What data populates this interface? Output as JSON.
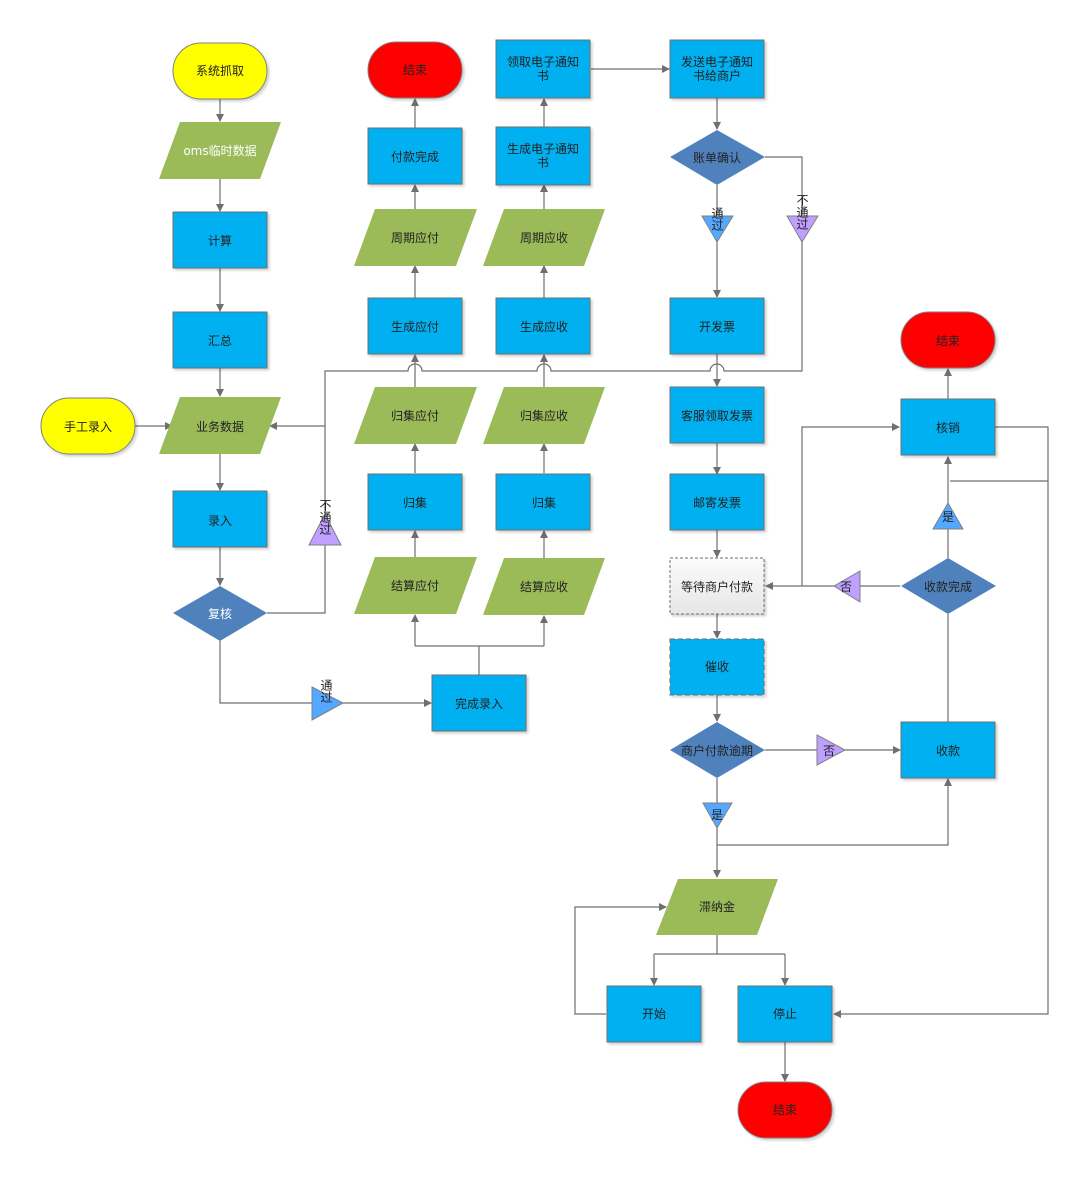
{
  "title": "账单与收款业务流程图",
  "colors": {
    "terminator_start": "#ffff00",
    "terminator_end": "#ff0000",
    "process": "#00b0f0",
    "data": "#9bbb59",
    "decision": "#4f81bd",
    "label_pass": "#55a8ff",
    "label_fail": "#bf9fff",
    "waiting": "#f4f4f4",
    "connector": "#6f6f6f"
  },
  "nodes": {
    "sys_fetch": "系统抓取",
    "oms_temp": "oms临时数据",
    "calc": "计算",
    "summary": "汇总",
    "manual_input": "手工录入",
    "biz_data": "业务数据",
    "entry": "录入",
    "review": "复核",
    "review_fail": "不通过",
    "review_pass": "通过",
    "complete_entry": "完成录入",
    "settle_pay": "结算应付",
    "settle_recv": "结算应收",
    "collect_pay_proc": "归集",
    "collect_recv_proc": "归集",
    "collect_pay": "归集应付",
    "collect_recv": "归集应收",
    "gen_pay": "生成应付",
    "gen_recv": "生成应收",
    "period_pay": "周期应付",
    "period_recv": "周期应收",
    "pay_done": "付款完成",
    "end_top": "结束",
    "gen_notice": "生成电子通知书",
    "get_notice": "领取电子通知书",
    "send_notice": "发送电子通知书给商户",
    "bill_confirm": "账单确认",
    "bill_pass": "通过",
    "bill_fail": "不通过",
    "invoice": "开发票",
    "cs_invoice": "客服领取发票",
    "mail_invoice": "邮寄发票",
    "wait_payment": "等待商户付款",
    "urge": "催收",
    "overdue": "商户付款逾期",
    "overdue_no": "否",
    "overdue_yes": "是",
    "receive": "收款",
    "recv_done": "收款完成",
    "recv_done_yes": "是",
    "recv_done_no": "否",
    "writeoff": "核销",
    "end_right": "结束",
    "late_fee": "滞纳金",
    "start": "开始",
    "stop": "停止",
    "end_bottom": "结束"
  }
}
